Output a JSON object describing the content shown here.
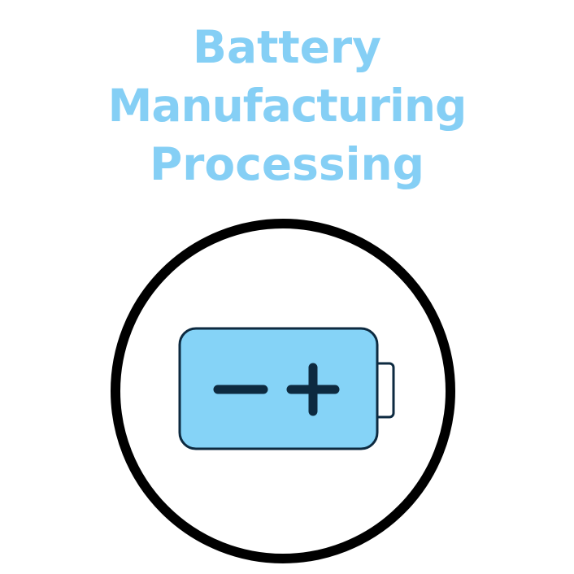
{
  "title": {
    "lines": [
      "Battery",
      "Manufacturing",
      "Processing"
    ],
    "color": "#85cff5"
  },
  "icon": {
    "name": "battery-icon",
    "ring_color": "#000000",
    "fill_color": "#85d3f7",
    "outline_color": "#0d2a40",
    "symbol_color": "#0d2a40"
  }
}
